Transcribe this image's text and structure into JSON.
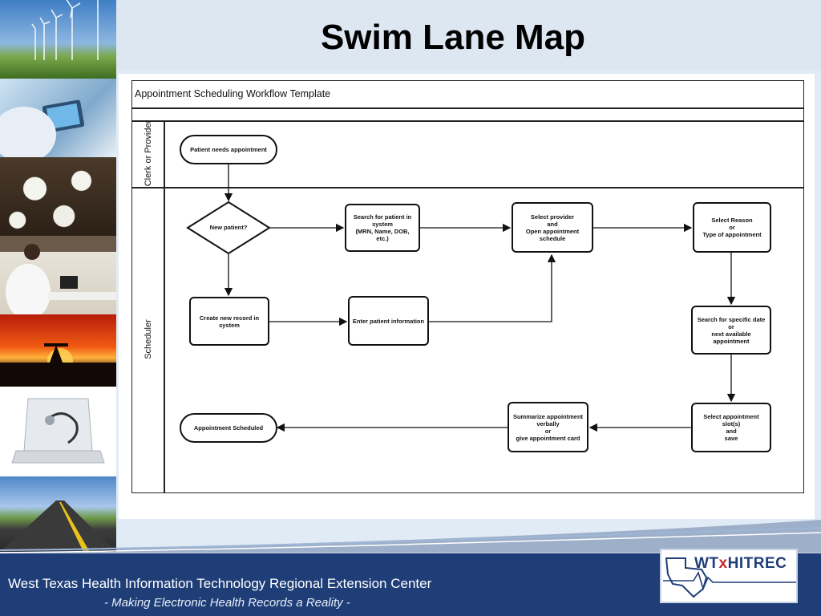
{
  "slide": {
    "title": "Swim Lane Map"
  },
  "diagram": {
    "title": "Appointment Scheduling Workflow Template",
    "lanes": [
      "Clerk or Provider",
      "Scheduler"
    ],
    "nodes": {
      "start": "Patient needs appointment",
      "decision": "New patient?",
      "search_patient": "Search for patient in\nsystem\n(MRN, Name, DOB,\netc.)",
      "select_provider": "Select provider\nand\nOpen appointment\nschedule",
      "select_reason": "Select Reason\nor\nType of appointment",
      "create_record": "Create new record in\nsystem",
      "enter_info": "Enter patient information",
      "search_date": "Search for specific date\nor\nnext available\nappointment",
      "select_slot": "Select appointment\nslot(s)\nand\nsave",
      "summarize": "Summarize appointment\nverbally\nor\ngive appointment card",
      "end": "Appointment Scheduled"
    }
  },
  "footer": {
    "org_name": "West Texas Health Information Technology Regional Extension Center",
    "tagline": "- Making Electronic Health Records a Reality -",
    "logo_text_left": "WT",
    "logo_text_mid": "x",
    "logo_text_right": "HITREC"
  },
  "colors": {
    "footer_bar": "#1f3e78",
    "title_band": "#dde7f2",
    "logo_red": "#c8262c"
  },
  "icons": [
    "wind-turbine-photo",
    "doctor-tablet-photo",
    "cotton-photo",
    "lab-doctor-photo",
    "oil-pump-sunset-photo",
    "laptop-stethoscope-photo",
    "highway-photo"
  ]
}
